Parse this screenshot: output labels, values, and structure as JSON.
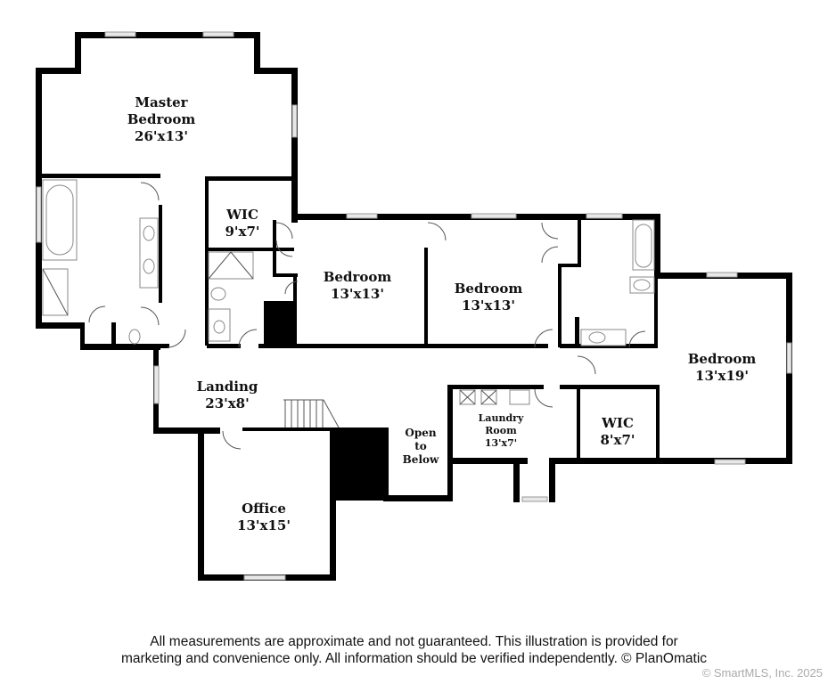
{
  "rooms": [
    {
      "name": "Master Bedroom",
      "name_line1": "Master",
      "name_line2": "Bedroom",
      "dims": "26'x13'"
    },
    {
      "name": "WIC",
      "dims": "9'x7'"
    },
    {
      "name": "Bedroom",
      "dims": "13'x13'"
    },
    {
      "name": "Bedroom",
      "dims": "13'x13'"
    },
    {
      "name": "Bedroom",
      "dims": "13'x19'"
    },
    {
      "name": "Landing",
      "dims": "23'x8'"
    },
    {
      "name": "Laundry",
      "name_line2": "Room",
      "dims": "13'x7'"
    },
    {
      "name": "WIC",
      "dims": "8'x7'"
    },
    {
      "name": "Office",
      "dims": "13'x15'"
    },
    {
      "name": "Open",
      "name_line2": "to",
      "name_line3": "Below"
    }
  ],
  "footer": {
    "disclaimer_line1": "All measurements are approximate and not guaranteed. This illustration is provided for",
    "disclaimer_line2": "marketing and convenience only. All information should be verified independently. © PlanOmatic",
    "copyright": "© SmartMLS, Inc. 2025"
  },
  "colors": {
    "wall": "#000000",
    "background": "#ffffff",
    "window": "#e8e8e8"
  }
}
